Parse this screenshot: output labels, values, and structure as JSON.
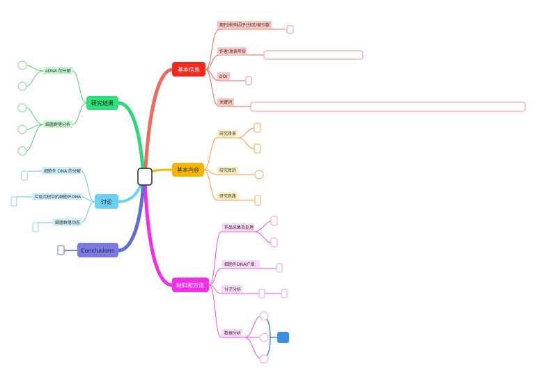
{
  "central": {
    "label": ""
  },
  "branches": {
    "basic_info": {
      "label": "基本信息",
      "color": "#f04a3b",
      "items": [
        "期刊/影响因子/分区/被引数",
        "作者/发表年份",
        "DOI",
        "关键词"
      ]
    },
    "basic_content": {
      "label": "基本内容",
      "color": "#f5b400",
      "items": [
        "研究背景",
        "研究目的",
        "研究思路"
      ]
    },
    "materials": {
      "label": "材料和方法",
      "color": "#f02ee8",
      "items": [
        "样品采集及处理",
        "细胞外DNA扩增",
        "分子分析",
        "数据分析"
      ]
    },
    "results": {
      "label": "研究结果",
      "color": "#2fd67a",
      "items": [
        "eDNA 的分解",
        "细菌群落分析"
      ]
    },
    "discussion": {
      "label": "讨论",
      "color": "#6ccfef",
      "items": [
        "细胞外 DNA 的分解",
        "垃圾沉积中的细胞外DNA",
        "细菌群落动态"
      ]
    },
    "conclusions": {
      "label": "Conclusions",
      "color": "#7a7ae0",
      "items": []
    }
  },
  "colors": {
    "callout": "#3a8ee6"
  }
}
